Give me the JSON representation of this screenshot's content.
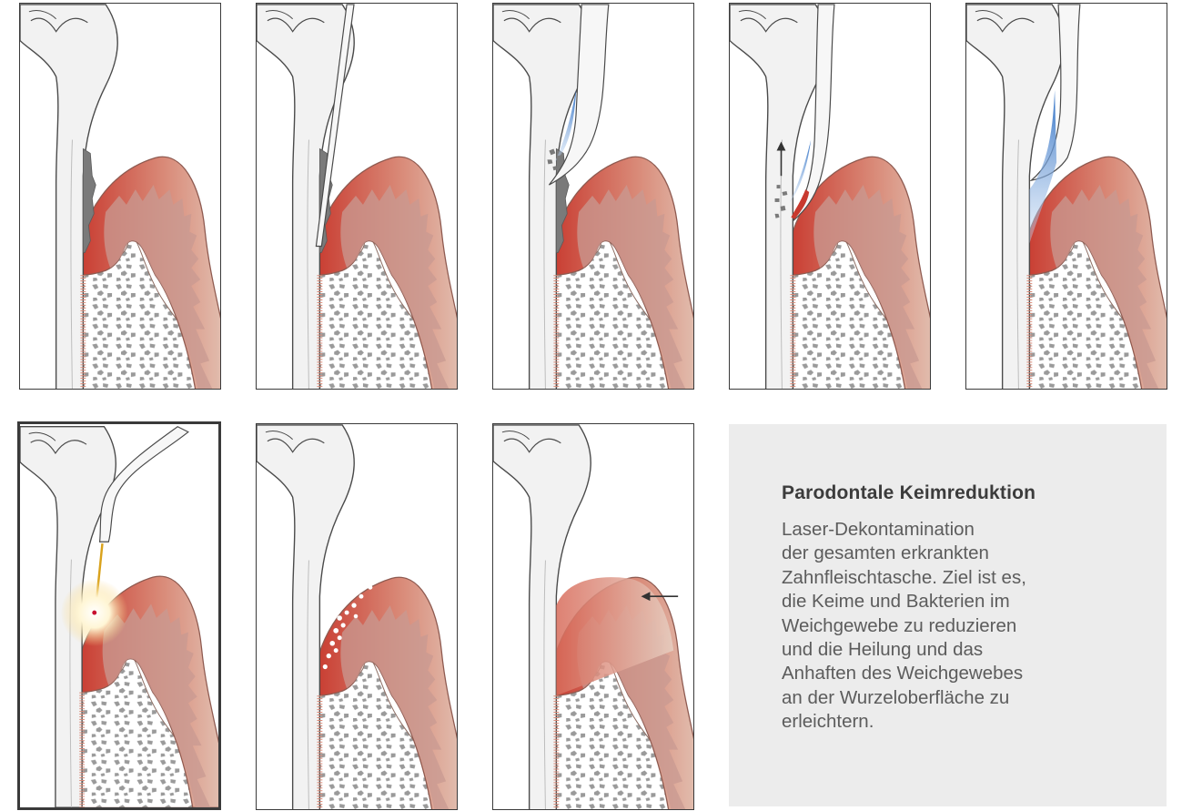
{
  "figure": {
    "panels": [
      {
        "id": 1,
        "step": "baseline-calculus"
      },
      {
        "id": 2,
        "step": "probe-insertion"
      },
      {
        "id": 3,
        "step": "scaling-start"
      },
      {
        "id": 4,
        "step": "scaling-upward-removal"
      },
      {
        "id": 5,
        "step": "clean-root-surface"
      },
      {
        "id": 6,
        "step": "laser-decontamination",
        "selected": true
      },
      {
        "id": 7,
        "step": "tissue-reduced-germs"
      },
      {
        "id": 8,
        "step": "healed-reattachment"
      }
    ],
    "colors": {
      "tooth": "#f0f0f0",
      "gum_light": "#e3c6b8",
      "gum_inflamed": "#c8392e",
      "gum_inner": "#c89a91",
      "bone": "#ffffff",
      "bone_speckle": "#9a9a9a",
      "calculus": "#7a7a7a",
      "instrument_blue": "#2e6fc4",
      "laser_fiber": "#d9a21c",
      "laser_glow": "#fff3c4"
    }
  },
  "info": {
    "title": "Parodontale Keimreduktion",
    "lines": [
      "Laser-Dekontamination",
      "der gesamten erkrankten",
      "Zahnfleischtasche. Ziel ist es,",
      "die Keime und Bakterien im",
      "Weichgewebe zu reduzieren",
      "und die Heilung und das",
      "Anhaften des Weichgewebes",
      "an der Wurzeloberfläche zu",
      "erleichtern."
    ]
  }
}
